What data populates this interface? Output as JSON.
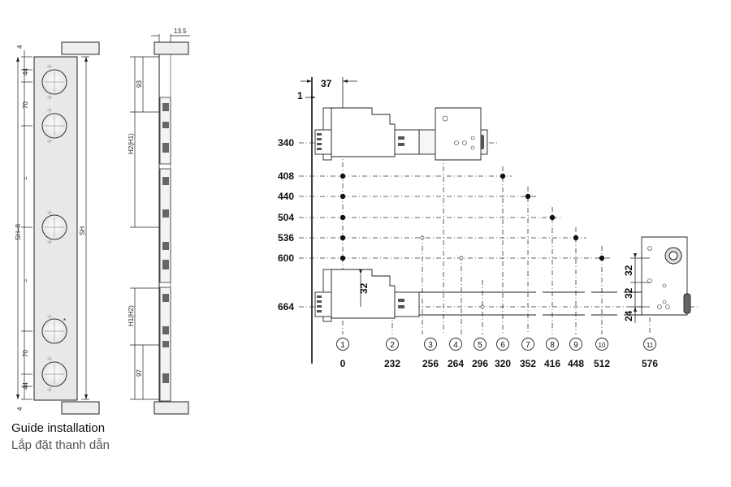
{
  "captions": {
    "title": "Guide installation",
    "subtitle": "Lắp đặt thanh dẫn"
  },
  "left_dims": {
    "top_4": "4",
    "bottom_4": "4",
    "d44_top": "44",
    "d70_top": "70",
    "eq1": "=",
    "eq2": "=",
    "d70_bot": "70",
    "d44_bot": "44",
    "sh_minus_8": "SH–8",
    "sh": "SH",
    "d13_5": "13.5",
    "d93": "93",
    "d97": "97",
    "h2h1": "H2(H1)",
    "h1h2": "H1(H2)",
    "asterisk": "*"
  },
  "right_dims": {
    "d37": "37",
    "d1": "1",
    "d32_top": "32",
    "d32_a": "32",
    "d32_b": "32",
    "d24": "24"
  },
  "rows": [
    "340",
    "408",
    "440",
    "504",
    "536",
    "600",
    "664"
  ],
  "positions": [
    {
      "num": "1",
      "val": "0"
    },
    {
      "num": "2",
      "val": "232"
    },
    {
      "num": "3",
      "val": "256"
    },
    {
      "num": "4",
      "val": "264"
    },
    {
      "num": "5",
      "val": "296"
    },
    {
      "num": "6",
      "val": "320"
    },
    {
      "num": "7",
      "val": "352"
    },
    {
      "num": "8",
      "val": "416"
    },
    {
      "num": "9",
      "val": "448"
    },
    {
      "num": "10",
      "val": "512"
    },
    {
      "num": "11",
      "val": "576"
    }
  ],
  "colors": {
    "line": "#222222",
    "panel": "#e9e9e9",
    "hole": "#ffffff"
  }
}
